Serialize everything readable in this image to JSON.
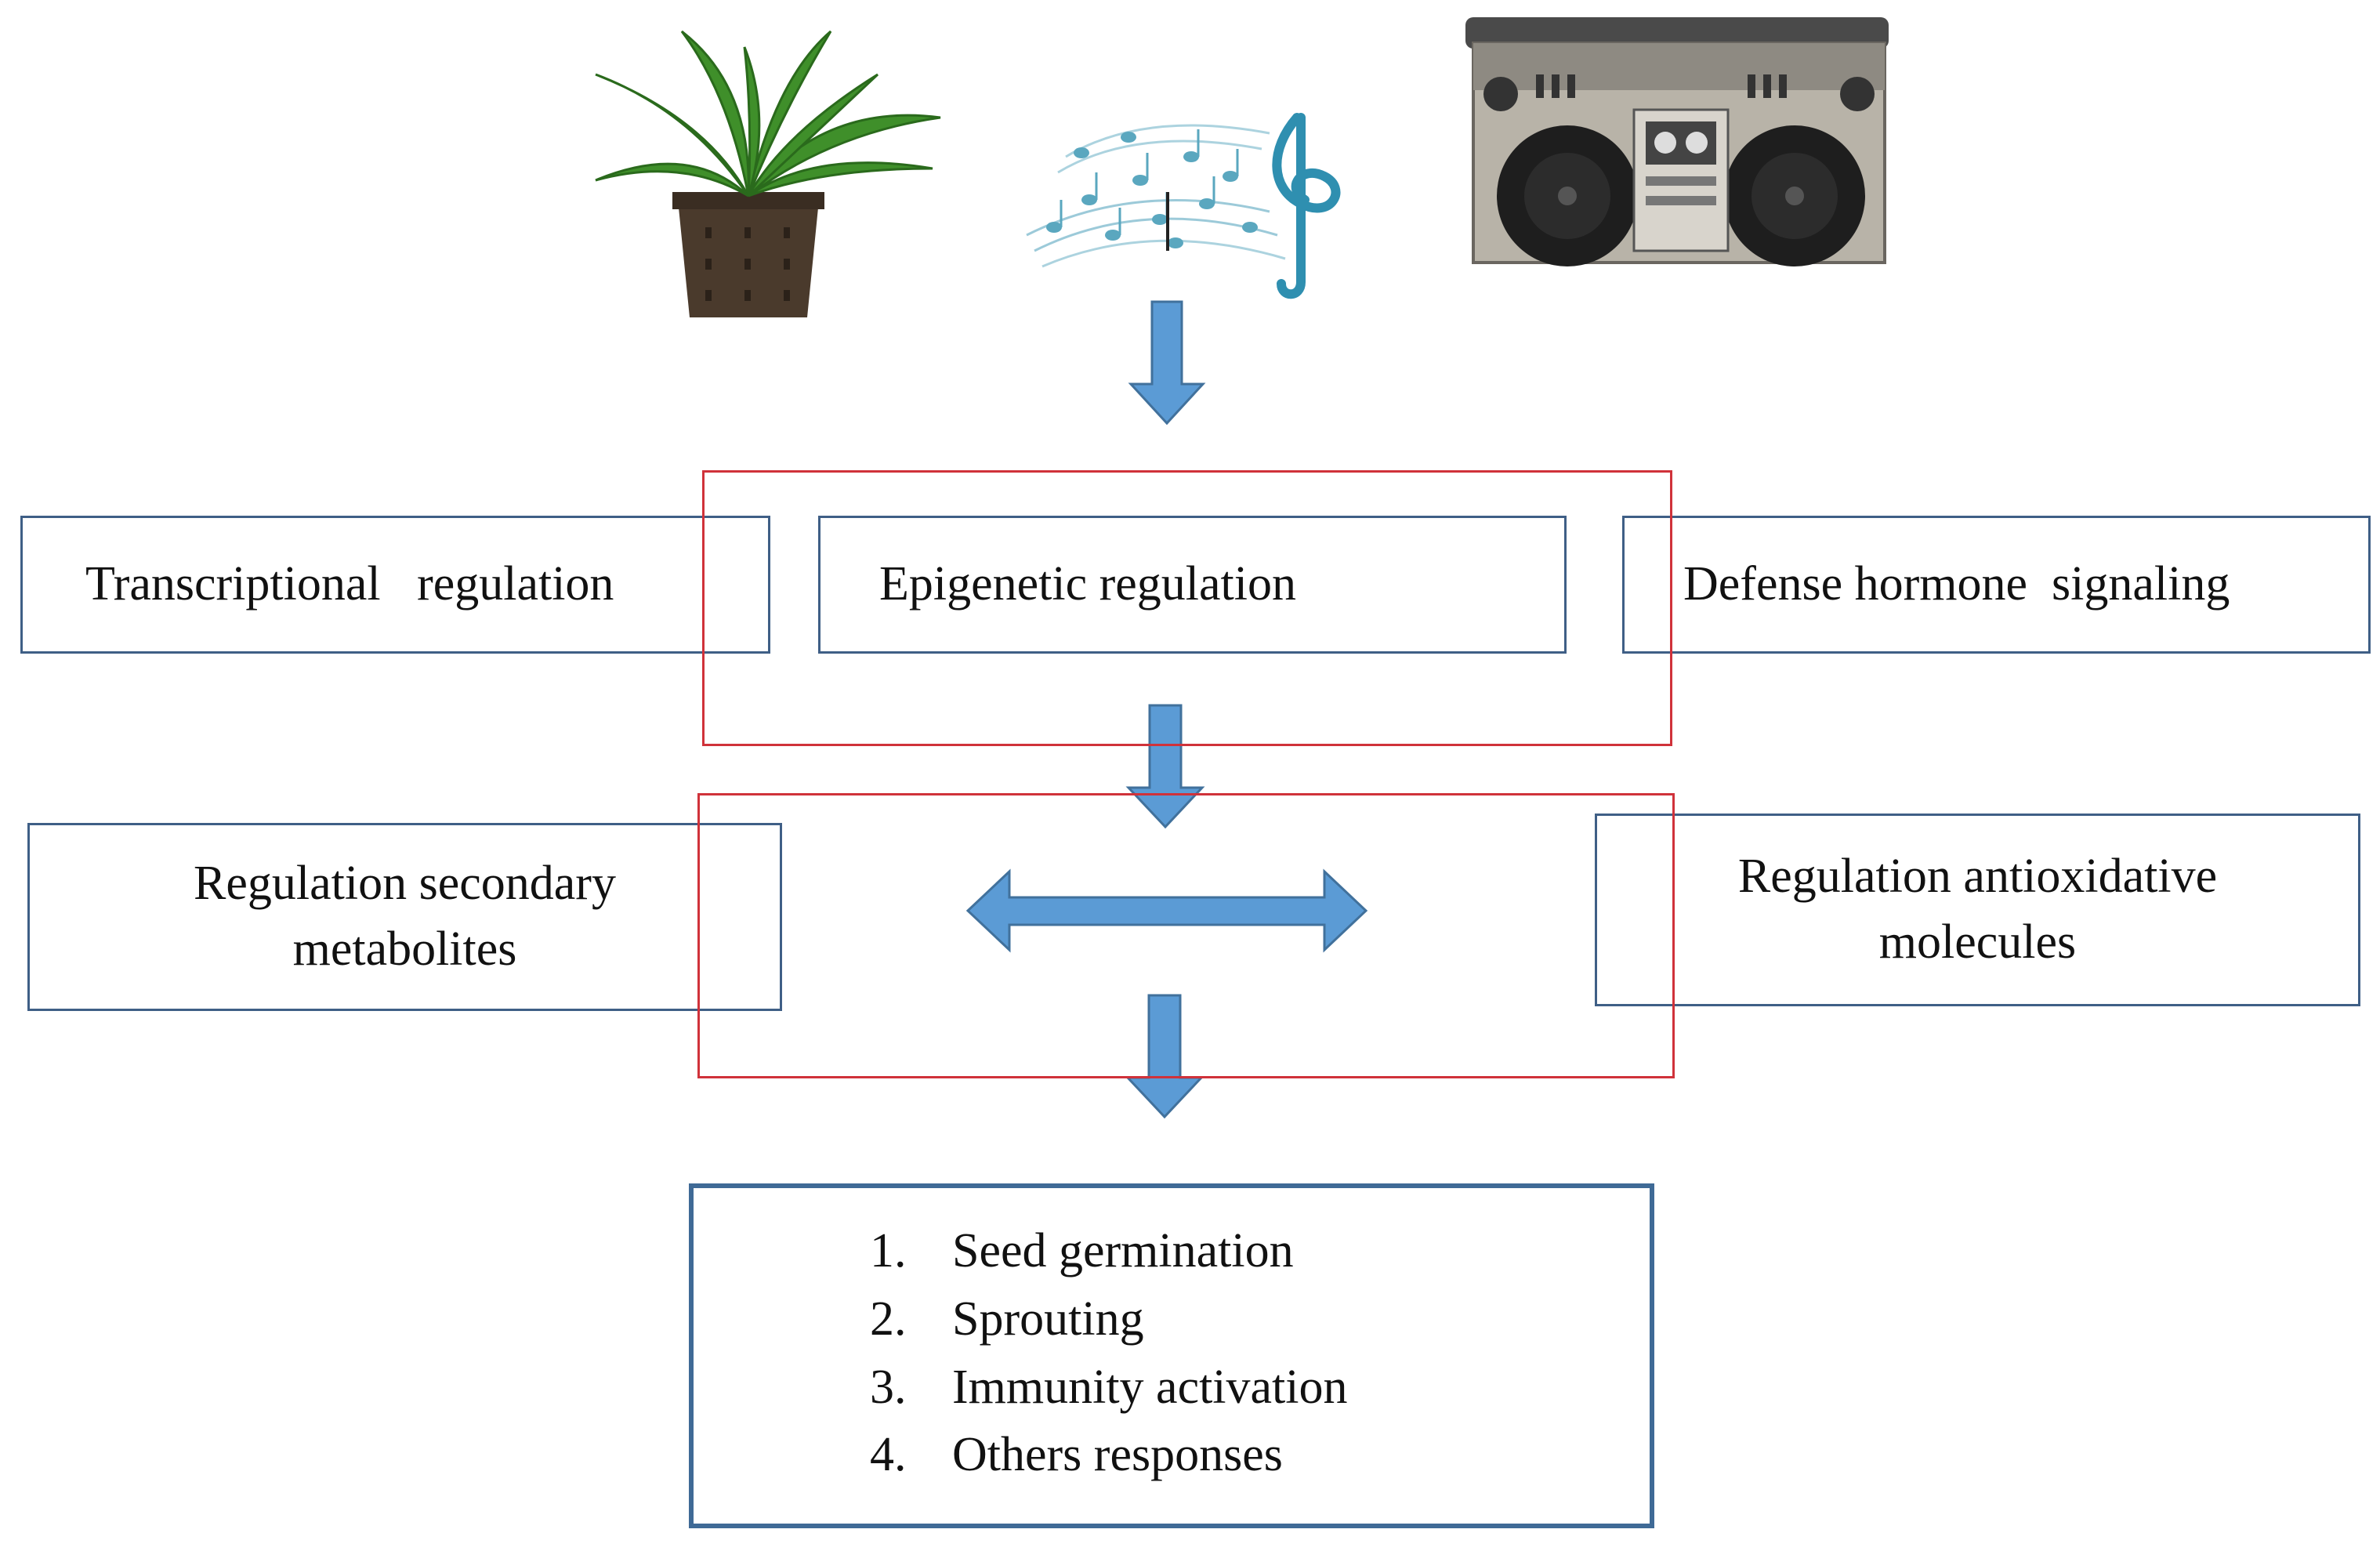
{
  "colors": {
    "box_border": "#3f5f86",
    "highlight_border": "#d0323a",
    "arrow_fill": "#5b9bd5",
    "arrow_stroke": "#41719c"
  },
  "icons": [
    "potted-plant-icon",
    "music-notes-icon",
    "boombox-icon"
  ],
  "mechanisms": {
    "transcriptional": "Transcriptional   regulation",
    "epigenetic": "Epigenetic regulation",
    "hormone": "Defense hormone  signaling"
  },
  "regulation": {
    "secondary_line1": "Regulation secondary",
    "secondary_line2": "metabolites",
    "antioxidative_line1": "Regulation antioxidative",
    "antioxidative_line2": "molecules"
  },
  "outcomes": [
    {
      "num": "1.",
      "text": "Seed germination"
    },
    {
      "num": "2.",
      "text": "Sprouting"
    },
    {
      "num": "3.",
      "text": "Immunity activation"
    },
    {
      "num": "4.",
      "text": "Others responses"
    }
  ]
}
